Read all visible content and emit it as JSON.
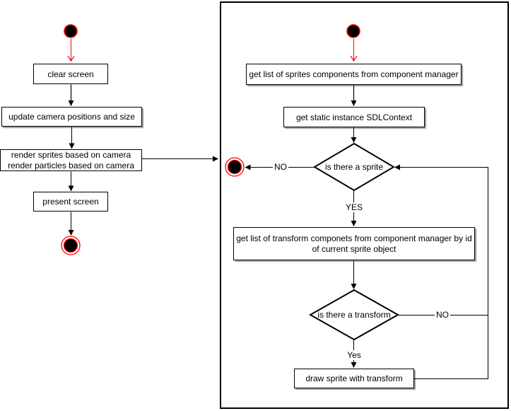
{
  "left_flow": {
    "clear_screen": "clear screen",
    "update_camera": "update camera positions and size",
    "render_line1": "render sprites based on camera",
    "render_line2": "render particles based on camera",
    "present_screen": "present screen"
  },
  "right_flow": {
    "get_sprites": "get list of sprites components from component manager",
    "get_context": "get static instance SDLContext",
    "decision_sprite": "is there a sprite",
    "label_no_sprite": "NO",
    "label_yes_sprite": "YES",
    "get_transforms": "get list of transform componets from component manager by id of current sprite object",
    "decision_transform": "is there a transform",
    "label_no_transform": "NO",
    "label_yes_transform": "Yes",
    "draw_sprite": "draw sprite with transform"
  },
  "colors": {
    "stroke": "#000000",
    "accent_red": "#FF0000",
    "shape_fill": "#FFFFFF"
  }
}
